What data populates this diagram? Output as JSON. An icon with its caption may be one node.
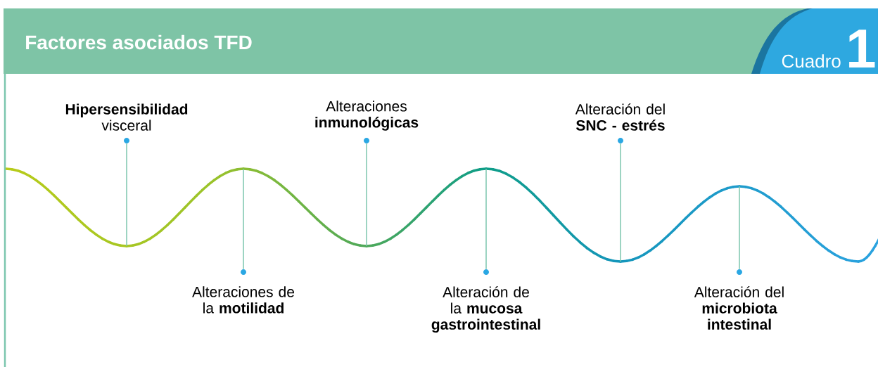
{
  "diagram": {
    "title": "Factores asociados TFD",
    "nodes": [
      {
        "text": [
          "**Hipersensibilidad** visceral"
        ]
      },
      {
        "text": [
          "Alteraciones de la **motilidad**"
        ]
      },
      {
        "text": [
          "Alteraciones **inmunológicas**"
        ]
      },
      {
        "text": [
          "Alteración de la **mucosa gastrointestinal**"
        ]
      },
      {
        "text": [
          "Alteración del **SNC - estrés**"
        ]
      },
      {
        "text": [
          "Alteración del **microbiota intestinal**"
        ]
      }
    ],
    "edges": [
      {
        "from": 0,
        "to": null,
        "arrow": "none"
      },
      {
        "from": 1,
        "to": null,
        "arrow": "none"
      },
      {
        "from": 2,
        "to": null,
        "arrow": "none"
      },
      {
        "from": 3,
        "to": null,
        "arrow": "none"
      },
      {
        "from": 4,
        "to": null,
        "arrow": "none"
      },
      {
        "from": 5,
        "to": null,
        "arrow": "none"
      }
    ],
    "labels": [
      "Cuadro",
      "1"
    ]
  }
}
